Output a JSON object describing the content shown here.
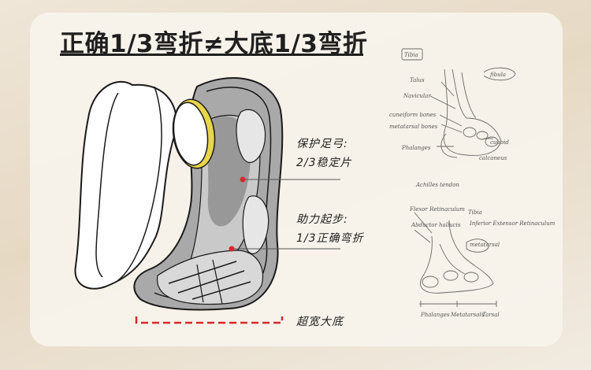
{
  "title": "正确1/3弯折≠大底1/3弯折",
  "labels": {
    "protect_line1": "保护足弓:",
    "protect_line2": "2/3稳定片",
    "assist_line1": "助力起步:",
    "assist_line2": "1/3正确弯折",
    "wide_base": "超宽大底"
  },
  "sketch_top": {
    "tibia": "Tibia",
    "fibula": "fibula",
    "talus": "Talus",
    "navicular": "Navicular",
    "cuneiform": "cuneiform bones",
    "metatarsal": "metatarsal bones",
    "phalanges": "Phalanges",
    "cuboid": "cuboid",
    "calcaneus": "calcaneus"
  },
  "sketch_bottom": {
    "achilles": "Achilles tendon",
    "flexor": "Flexor Retinaculum",
    "abductor": "Abductor hallucis",
    "tibia": "Tibia",
    "inferior_extensor": "Inferior Extensor Retinaculum",
    "metatarsal": "metatarsal",
    "phalanges": "Phalanges",
    "metatarsals": "Metatarsals",
    "tarsal": "Tarsal"
  },
  "colors": {
    "accent_red": "#d8282c",
    "heel_yellow": "#e8d64a",
    "gray_mid": "#a8a8a8",
    "gray_dark": "#7d7d7d"
  }
}
